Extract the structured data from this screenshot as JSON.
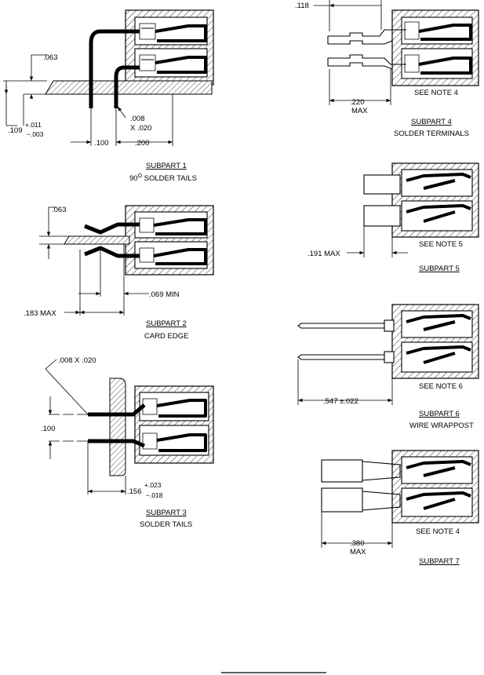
{
  "subpart1": {
    "title": "SUBPART 1",
    "subtitle_prefix": "90",
    "subtitle_degree": "O",
    "subtitle_rest": " SOLDER TAILS",
    "dim_063": ".063",
    "dim_109": ".109",
    "tol_plus": "+.011",
    "tol_minus": "−.003",
    "dim_008": ".008",
    "dim_x020": "X .020",
    "dim_100": ".100",
    "dim_200": ".200"
  },
  "subpart2": {
    "title": "SUBPART 2",
    "subtitle": "CARD EDGE",
    "dim_063": ".063",
    "dim_069": ".069 MIN",
    "dim_183": ".183 MAX"
  },
  "subpart3": {
    "title": "SUBPART 3",
    "subtitle": "SOLDER TAILS",
    "dim_008x020": ".008  X  .020",
    "dim_100": ".100",
    "dim_156": ".156",
    "tol_plus": "+.023",
    "tol_minus": "−.018"
  },
  "subpart4": {
    "title": "SUBPART 4",
    "subtitle": "SOLDER TERMINALS",
    "dim_118": ".118",
    "dim_220": ".220",
    "dim_max": "MAX",
    "note": "SEE NOTE 4"
  },
  "subpart5": {
    "title": "SUBPART 5",
    "dim_191": ".191 MAX",
    "note": "SEE NOTE 5"
  },
  "subpart6": {
    "title": "SUBPART 6",
    "subtitle": "WIRE WRAPPOST",
    "dim_547": ".547 ±.022",
    "note": "SEE NOTE 6"
  },
  "subpart7": {
    "title": "SUBPART 7",
    "dim_380": ".380",
    "dim_max": "MAX",
    "note": "SEE NOTE 4"
  }
}
